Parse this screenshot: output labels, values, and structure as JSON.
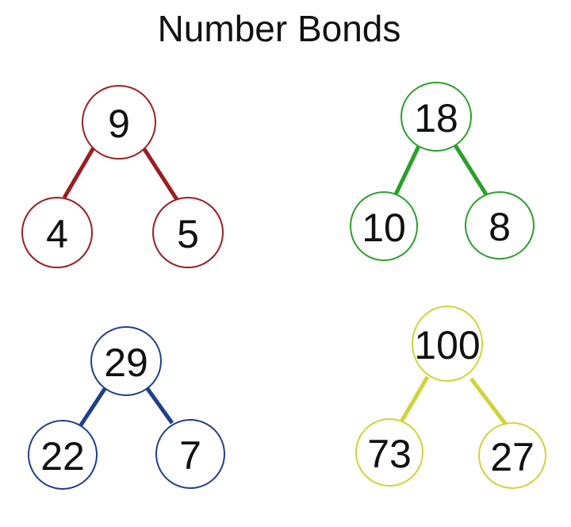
{
  "title": "Number Bonds",
  "bonds": [
    {
      "whole": "9",
      "parts": [
        "4",
        "5"
      ],
      "color": "#9a1e22"
    },
    {
      "whole": "18",
      "parts": [
        "10",
        "8"
      ],
      "color": "#2aa02a"
    },
    {
      "whole": "29",
      "parts": [
        "22",
        "7"
      ],
      "color": "#1f3f8c"
    },
    {
      "whole": "100",
      "parts": [
        "73",
        "27"
      ],
      "color": "#d2d23a"
    }
  ]
}
